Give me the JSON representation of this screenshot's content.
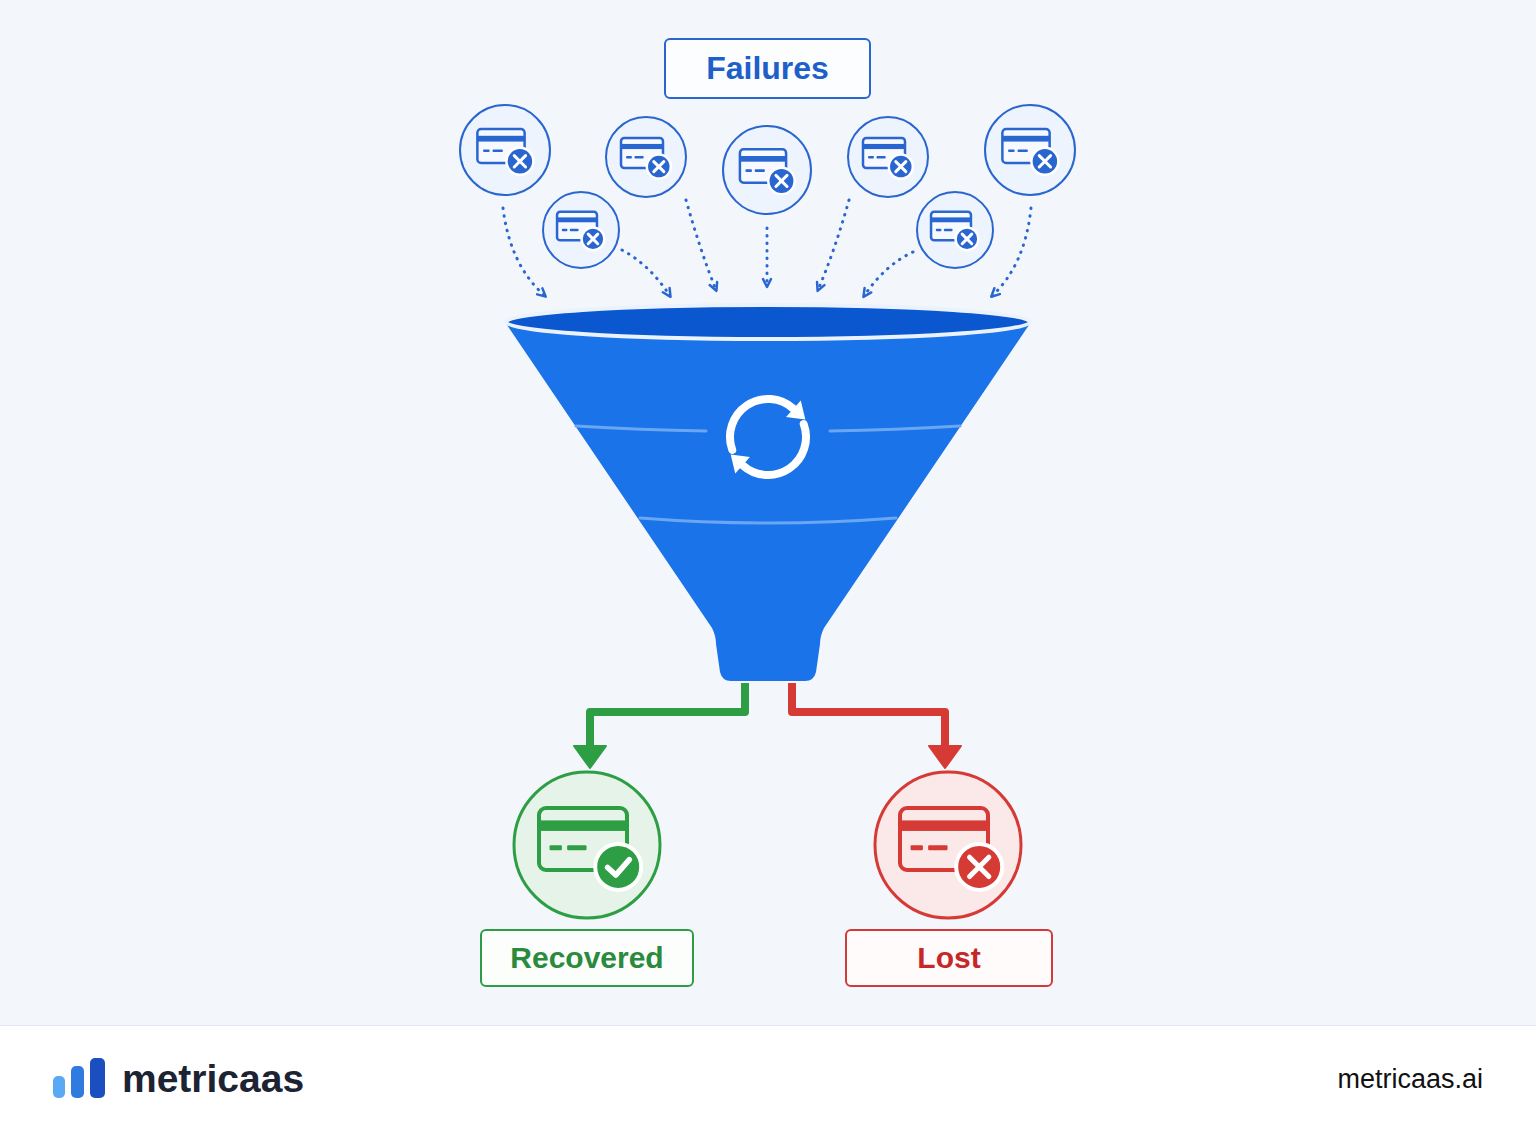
{
  "diagram": {
    "nodes": [
      {
        "text": [
          "Failures"
        ]
      },
      {
        "text": [
          "Recovered"
        ]
      },
      {
        "text": [
          "Lost"
        ]
      }
    ],
    "labels": [
      "metricaas",
      "metricaas.ai"
    ]
  }
}
